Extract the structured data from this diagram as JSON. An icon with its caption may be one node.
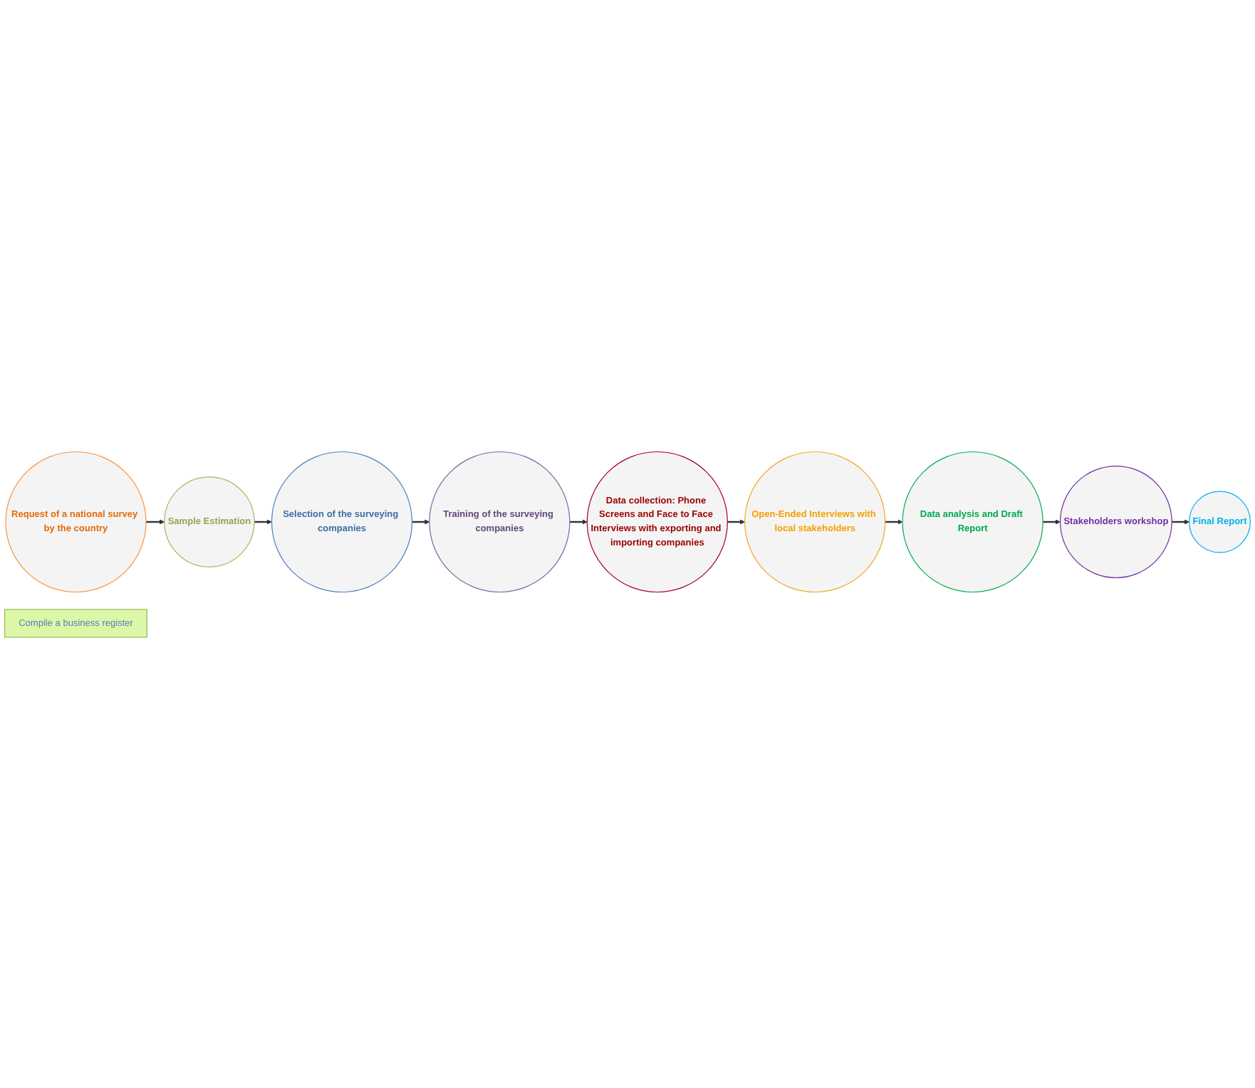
{
  "diagram": {
    "nodes": [
      {
        "text": [
          "Request of a national survey by the country"
        ]
      },
      {
        "text": [
          "Compile a business register"
        ]
      },
      {
        "text": [
          "Sample Estimation"
        ]
      },
      {
        "text": [
          "Selection of the surveying companies"
        ]
      },
      {
        "text": [
          "Training of the surveying companies"
        ]
      },
      {
        "text": [
          "Data collection: Phone Screens and Face to Face Interviews with exporting and importing companies"
        ]
      },
      {
        "text": [
          "Open-Ended Interviews with local stakeholders"
        ]
      },
      {
        "text": [
          "Data analysis and Draft Report"
        ]
      },
      {
        "text": [
          "Stakeholders workshop"
        ]
      },
      {
        "text": [
          "Final Report"
        ]
      }
    ],
    "edges": [
      {
        "from": 0,
        "to": 2,
        "arrow": "to"
      },
      {
        "from": 2,
        "to": 3,
        "arrow": "to"
      },
      {
        "from": 3,
        "to": 4,
        "arrow": "to"
      },
      {
        "from": 4,
        "to": 5,
        "arrow": "to"
      },
      {
        "from": 5,
        "to": 6,
        "arrow": "to"
      },
      {
        "from": 6,
        "to": 7,
        "arrow": "to"
      },
      {
        "from": 7,
        "to": 8,
        "arrow": "to"
      },
      {
        "from": 8,
        "to": 9,
        "arrow": "to"
      }
    ]
  }
}
